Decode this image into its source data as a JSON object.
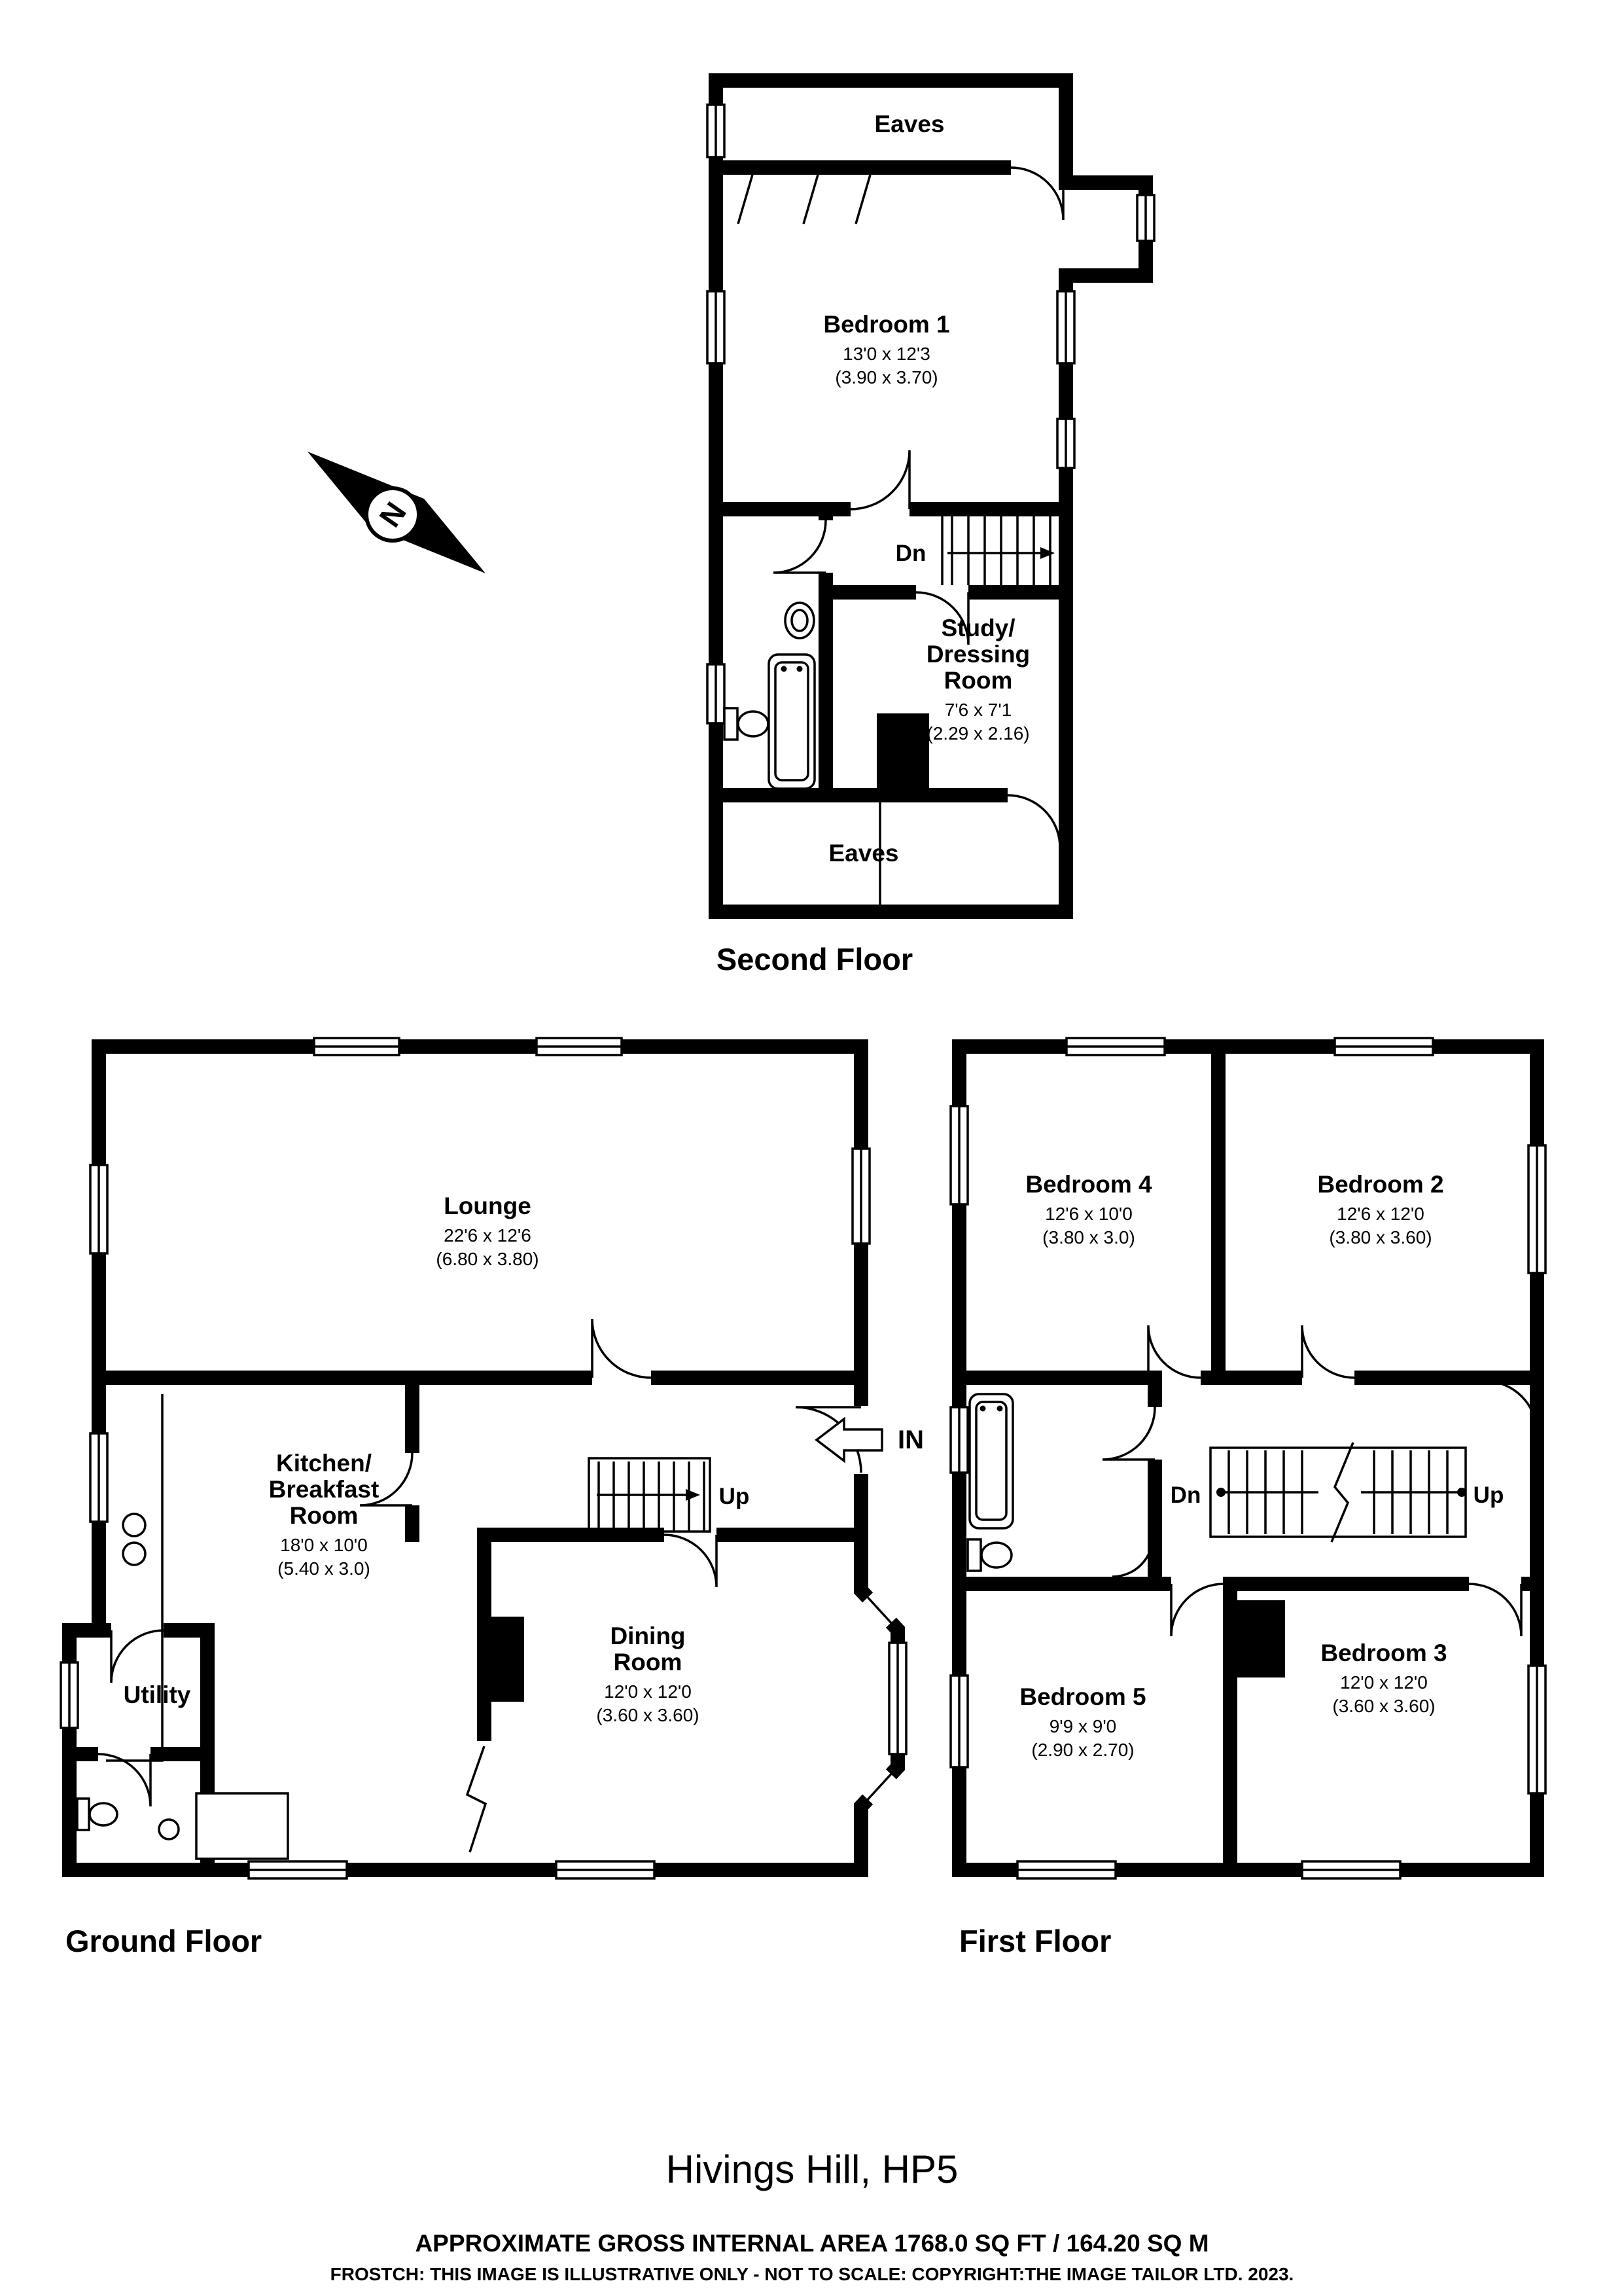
{
  "page": {
    "title": "Hivings Hill, HP5",
    "area_line": "APPROXIMATE GROSS INTERNAL AREA 1768.0 SQ FT / 164.20 SQ M",
    "disclaimer": "FROSTCH: THIS IMAGE IS ILLUSTRATIVE ONLY - NOT TO SCALE: COPYRIGHT:THE IMAGE TAILOR LTD. 2023."
  },
  "compass": {
    "north": "N"
  },
  "second_floor": {
    "label": "Second Floor",
    "eaves_top": "Eaves",
    "eaves_bottom": "Eaves",
    "stairs_dn": "Dn",
    "bedroom1": {
      "name": "Bedroom 1",
      "ft": "13'0 x 12'3",
      "m": "(3.90 x 3.70)"
    },
    "study": {
      "line1": "Study/",
      "line2": "Dressing",
      "line3": "Room",
      "ft": "7'6 x 7'1",
      "m": "(2.29 x 2.16)"
    }
  },
  "ground_floor": {
    "label": "Ground Floor",
    "stairs_up": "Up",
    "entrance_in": "IN",
    "lounge": {
      "name": "Lounge",
      "ft": "22'6 x 12'6",
      "m": "(6.80 x 3.80)"
    },
    "kitchen": {
      "line1": "Kitchen/",
      "line2": "Breakfast",
      "line3": "Room",
      "ft": "18'0 x 10'0",
      "m": "(5.40 x 3.0)"
    },
    "utility": {
      "name": "Utility"
    },
    "dining": {
      "line1": "Dining",
      "line2": "Room",
      "ft": "12'0 x 12'0",
      "m": "(3.60 x 3.60)"
    }
  },
  "first_floor": {
    "label": "First Floor",
    "stairs_dn": "Dn",
    "stairs_up": "Up",
    "bedroom4": {
      "name": "Bedroom 4",
      "ft": "12'6 x 10'0",
      "m": "(3.80 x 3.0)"
    },
    "bedroom2": {
      "name": "Bedroom 2",
      "ft": "12'6 x 12'0",
      "m": "(3.80 x 3.60)"
    },
    "bedroom3": {
      "name": "Bedroom 3",
      "ft": "12'0 x 12'0",
      "m": "(3.60 x 3.60)"
    },
    "bedroom5": {
      "name": "Bedroom 5",
      "ft": "9'9 x 9'0",
      "m": "(2.90 x 2.70)"
    }
  }
}
